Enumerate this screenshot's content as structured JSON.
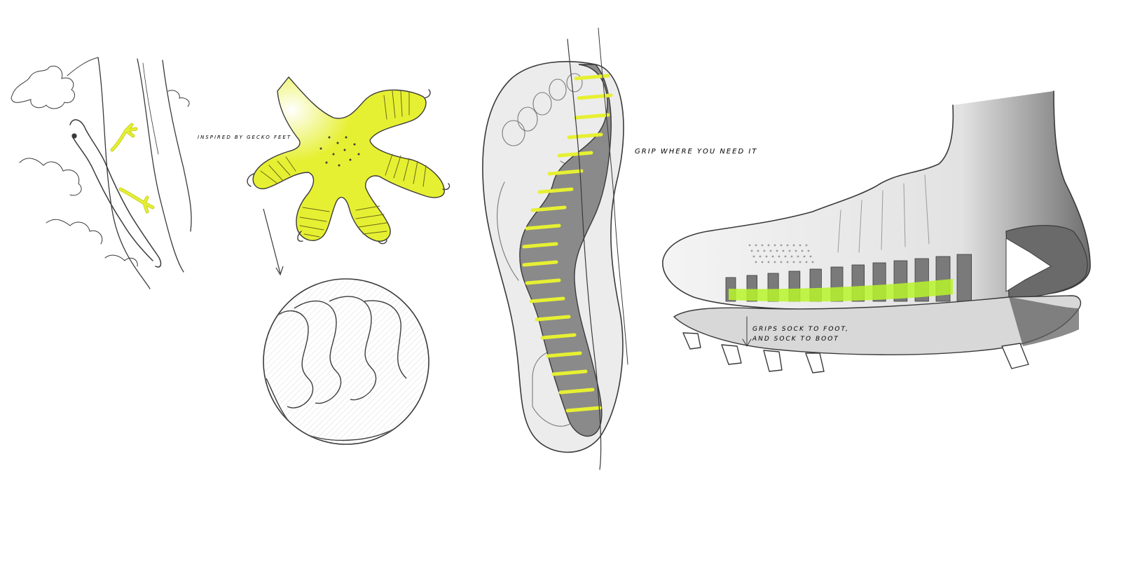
{
  "annotations": {
    "gecko_note": "INSPIRED BY GECKO FEET",
    "grip_note": "GRIP WHERE YOU NEED IT",
    "sock_note_line1": "GRIPS SOCK TO FOOT,",
    "sock_note_line2": "AND SOCK TO BOOT"
  },
  "colors": {
    "accent": "#e6f032",
    "sketch_line": "#3a3a3a",
    "grip_gray": "#8a8a8a",
    "sole_fill": "#ececec",
    "bright_green": "#b8f52a"
  }
}
